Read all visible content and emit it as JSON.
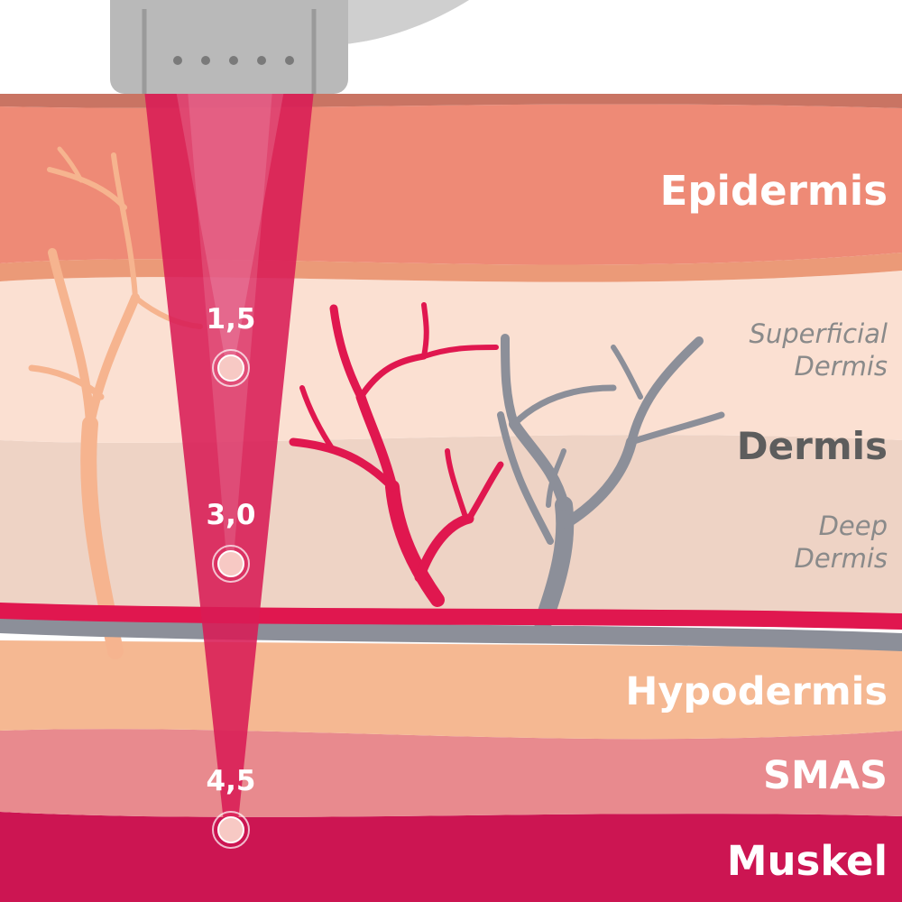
{
  "layers": {
    "epidermis": "Epidermis",
    "superficial_dermis": [
      "Superficial",
      "Dermis"
    ],
    "dermis": "Dermis",
    "deep_dermis": [
      "Deep",
      "Dermis"
    ],
    "hypodermis": "Hypodermis",
    "smas": "SMAS",
    "muskel": "Muskel"
  },
  "depths": [
    "1,5",
    "3,0",
    "4,5"
  ],
  "colors": {
    "epidermis": "#ee8a76",
    "superficial_dermis": "#fbe0d2",
    "deep_dermis": "#eed3c5",
    "hypodermis": "#f5b892",
    "smas": "#e88a8e",
    "muskel": "#cc1552",
    "beam": "#d81b55",
    "artery": "#e0174f",
    "vein": "#8c8f99",
    "nerve": "#f6b48f",
    "device": "#b9b9b9"
  },
  "icons": [
    "ultrasound-device-icon",
    "focal-point-icon"
  ]
}
